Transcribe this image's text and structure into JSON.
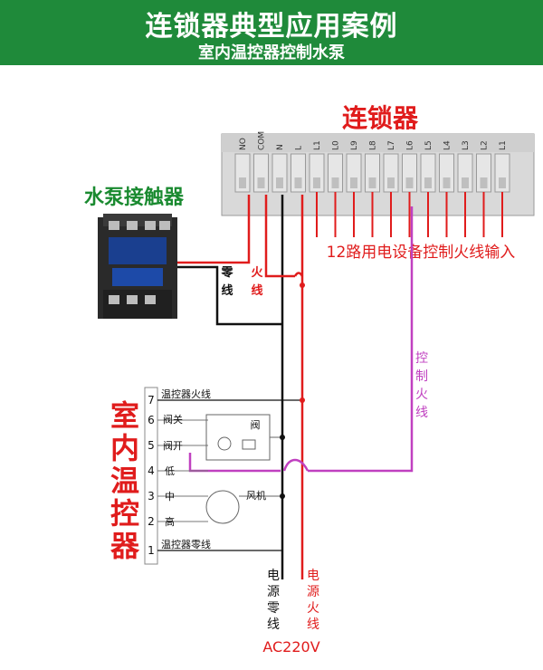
{
  "banner": {
    "title": "连锁器典型应用案例",
    "subtitle": "室内温控器控制水泵"
  },
  "interlock": {
    "title": "连锁器",
    "terminal_labels": [
      "NO",
      "COM",
      "N",
      "L",
      "L1",
      "L0",
      "L9",
      "L8",
      "L7",
      "L6",
      "L5",
      "L4",
      "L3",
      "L2",
      "L1"
    ],
    "inputs_label": "12路用电设备控制火线输入"
  },
  "contactor": {
    "title": "水泵接触器"
  },
  "wires": {
    "neutral_a": "零",
    "neutral_b": "线",
    "live_a": "火",
    "live_b": "线",
    "control": [
      "控",
      "制",
      "火",
      "线"
    ]
  },
  "thermostat": {
    "title": [
      "室",
      "内",
      "温",
      "控",
      "器"
    ],
    "terminals": [
      "7",
      "6",
      "5",
      "4",
      "3",
      "2",
      "1"
    ],
    "labels": {
      "t7": "温控器火线",
      "t6": "阀关",
      "t5": "阀开",
      "t4": "低",
      "t3": "中",
      "t2": "高",
      "t1": "温控器零线"
    },
    "valve": "阀",
    "fan": "风机"
  },
  "power": {
    "neutral": [
      "电",
      "源",
      "零",
      "线"
    ],
    "live": [
      "电",
      "源",
      "火",
      "线"
    ],
    "voltage": "AC220V"
  },
  "colors": {
    "banner": "#1f8a3a",
    "red": "#e01c1c",
    "purple": "#c040c0",
    "green_title": "#1a8a30",
    "black": "#111111",
    "gray": "#888888"
  }
}
